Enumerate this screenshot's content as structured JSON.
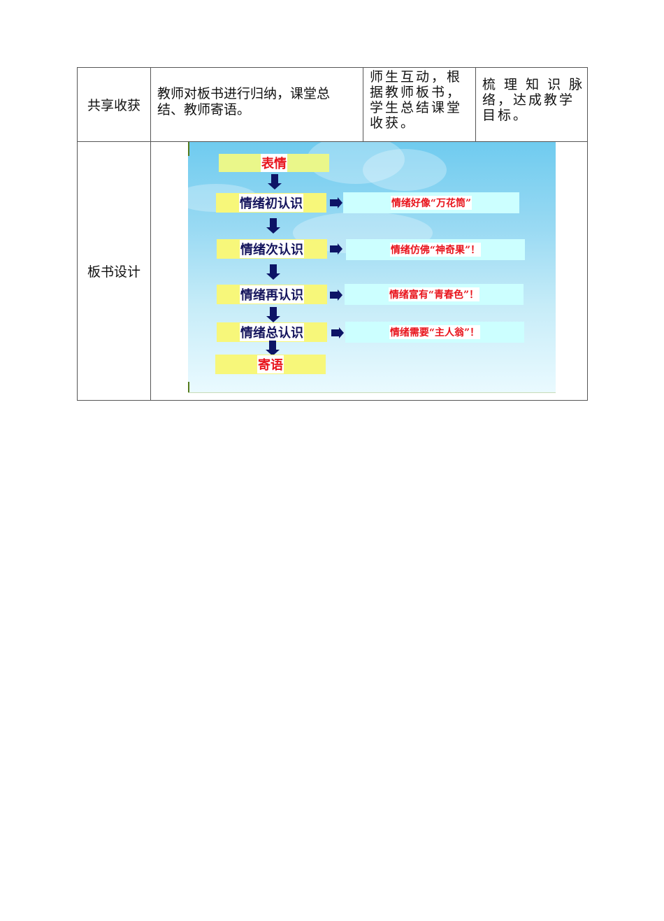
{
  "table": {
    "row1": {
      "label": "共享收获",
      "teacher_activity_line1": "教师对板书进行归纳，课堂总",
      "teacher_activity_line2": "结、教师寄语。",
      "student_activity_lines": [
        "师生互动，根",
        "据教师板书，",
        "学生总结课堂",
        "收获。"
      ],
      "intent_lines": [
        "梳 理 知 识 脉",
        "络，达成教学",
        "目标。"
      ]
    },
    "row2": {
      "label": "板书设计"
    }
  },
  "board": {
    "title": "表情",
    "steps": [
      {
        "label": "情绪初认识",
        "note": "情绪好像“万花筒”"
      },
      {
        "label": "情绪次认识",
        "note": "情绪仿佛“神奇果”！"
      },
      {
        "label": "情绪再认识",
        "note": "情绪富有“青春色”！"
      },
      {
        "label": "情绪总认识",
        "note": "情绪需要“主人翁”！"
      }
    ],
    "closing": "寄语",
    "colors": {
      "yellow_box": "#f7f77a",
      "cyan_box": "#ccffff",
      "navy_text": "#14145c",
      "red_text": "#e8141c",
      "arrow": "#0d1466"
    }
  }
}
